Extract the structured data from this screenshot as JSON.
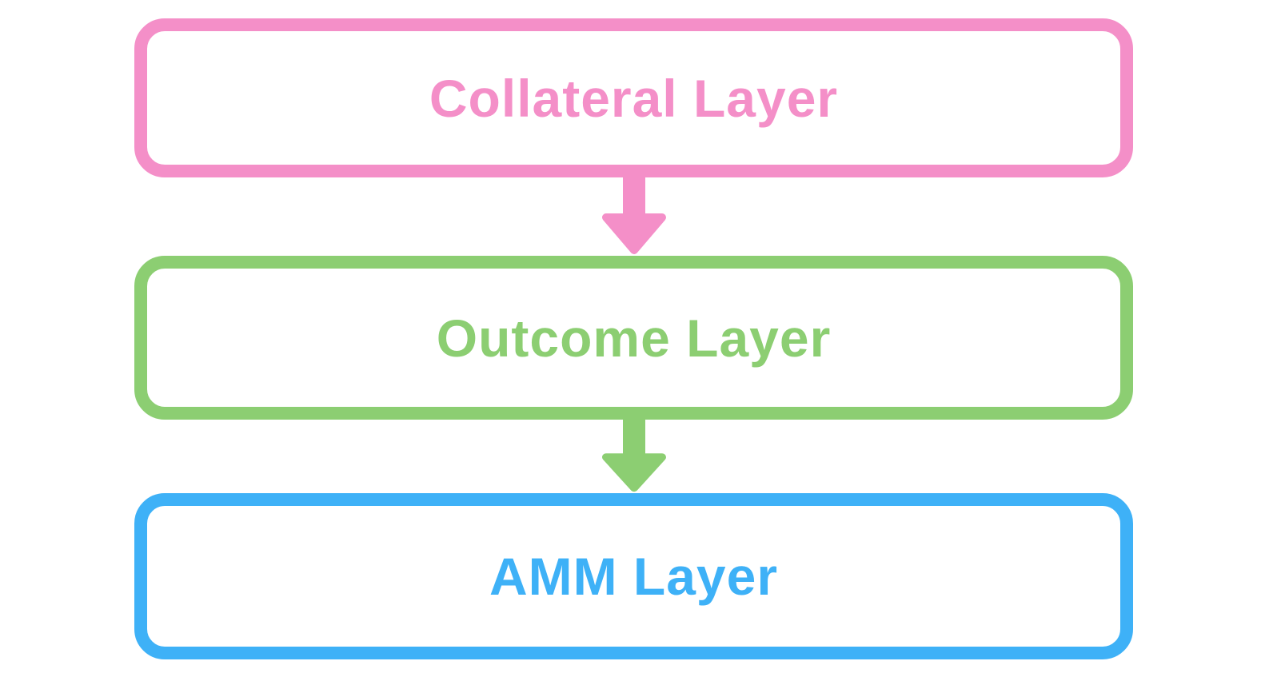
{
  "diagram": {
    "background": "#FFFFFF",
    "layers": [
      {
        "label": "Collateral Layer",
        "color": "#F48FC8"
      },
      {
        "label": "Outcome Layer",
        "color": "#8CCE72"
      },
      {
        "label": "AMM Layer",
        "color": "#3EB1F7"
      }
    ],
    "arrows": [
      {
        "icon": "arrow-down-icon",
        "from": "Collateral Layer",
        "to": "Outcome Layer",
        "color": "#F48FC8"
      },
      {
        "icon": "arrow-down-icon",
        "from": "Outcome Layer",
        "to": "AMM Layer",
        "color": "#8CCE72"
      }
    ]
  }
}
